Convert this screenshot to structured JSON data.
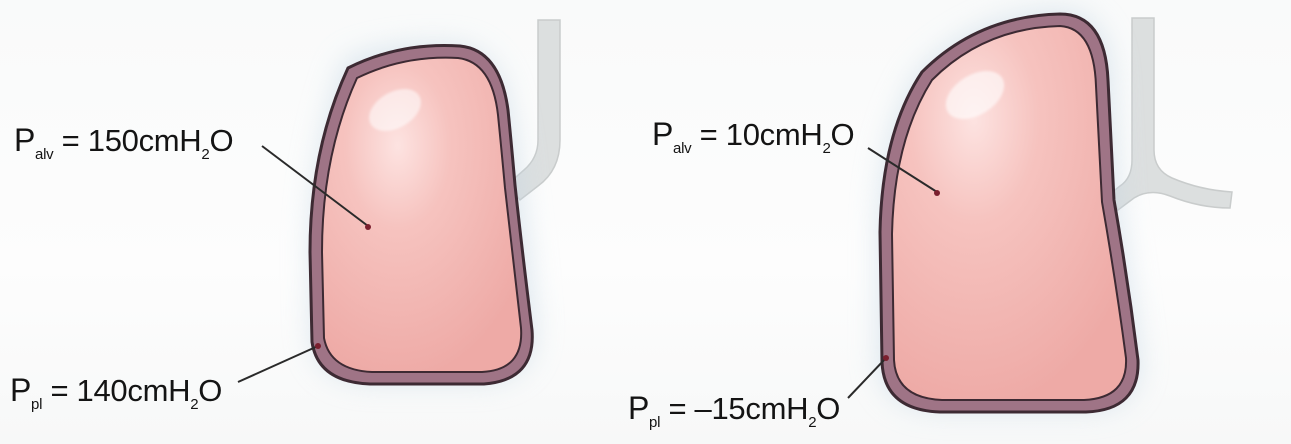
{
  "left_panel": {
    "alveolar": {
      "symbol": "P",
      "subscript": "alv",
      "value": " = 150cmH",
      "h2o_sub": "2",
      "unit_tail": "O"
    },
    "pleural": {
      "symbol": "P",
      "subscript": "pl",
      "value": " = 140cmH",
      "h2o_sub": "2",
      "unit_tail": "O"
    }
  },
  "right_panel": {
    "alveolar": {
      "symbol": "P",
      "subscript": "alv",
      "value": " = 10cmH",
      "h2o_sub": "2",
      "unit_tail": "O"
    },
    "pleural": {
      "symbol": "P",
      "subscript": "pl",
      "value": " = –15cmH",
      "h2o_sub": "2",
      "unit_tail": "O"
    }
  },
  "colors": {
    "lung_fill": "#f2b7b4",
    "lung_highlight": "#fbe2df",
    "pleura_outer": "#3b2b33",
    "pleura_band": "#a07486",
    "airway": "#d9dcdc",
    "halo": "#c9dbe6",
    "leader_line": "#2a2a2a"
  }
}
